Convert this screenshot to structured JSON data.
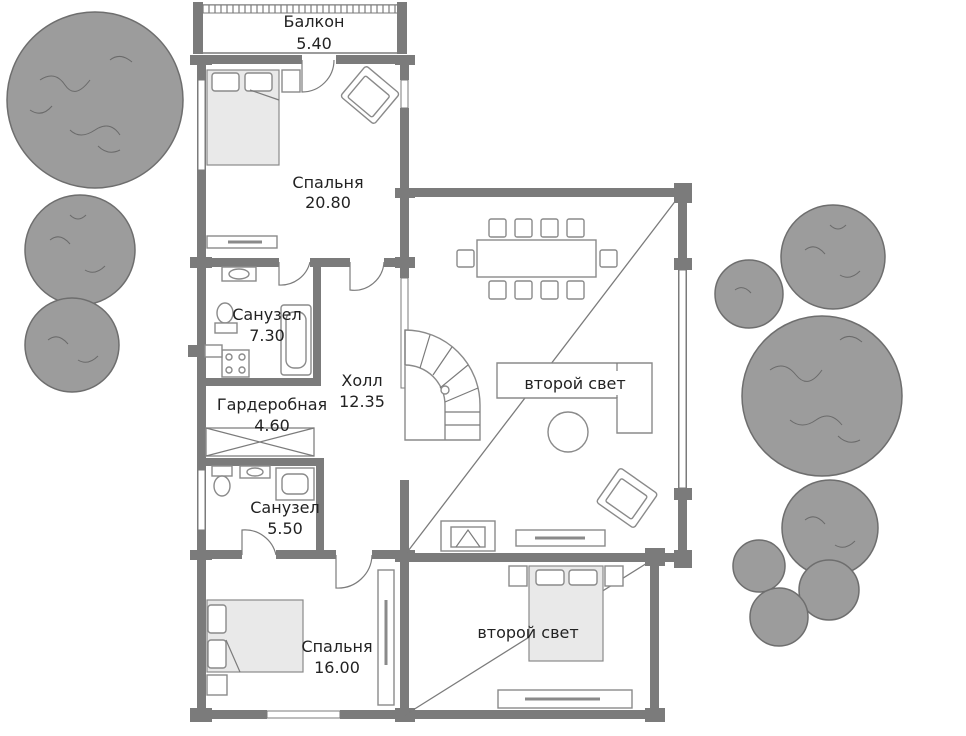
{
  "rooms": {
    "balcony": {
      "name": "Балкон",
      "area": "5.40"
    },
    "bedroom1": {
      "name": "Спальня",
      "area": "20.80"
    },
    "bath1": {
      "name": "Санузел",
      "area": "7.30"
    },
    "wardrobe": {
      "name": "Гардеробная",
      "area": "4.60"
    },
    "hall": {
      "name": "Холл",
      "area": "12.35"
    },
    "bath2": {
      "name": "Санузел",
      "area": "5.50"
    },
    "bedroom2": {
      "name": "Спальня",
      "area": "16.00"
    },
    "void1": {
      "name": "второй свет"
    },
    "void2": {
      "name": "второй свет"
    }
  },
  "colors": {
    "wall": "#7b7b7b",
    "tree": "#9c9c9c"
  }
}
